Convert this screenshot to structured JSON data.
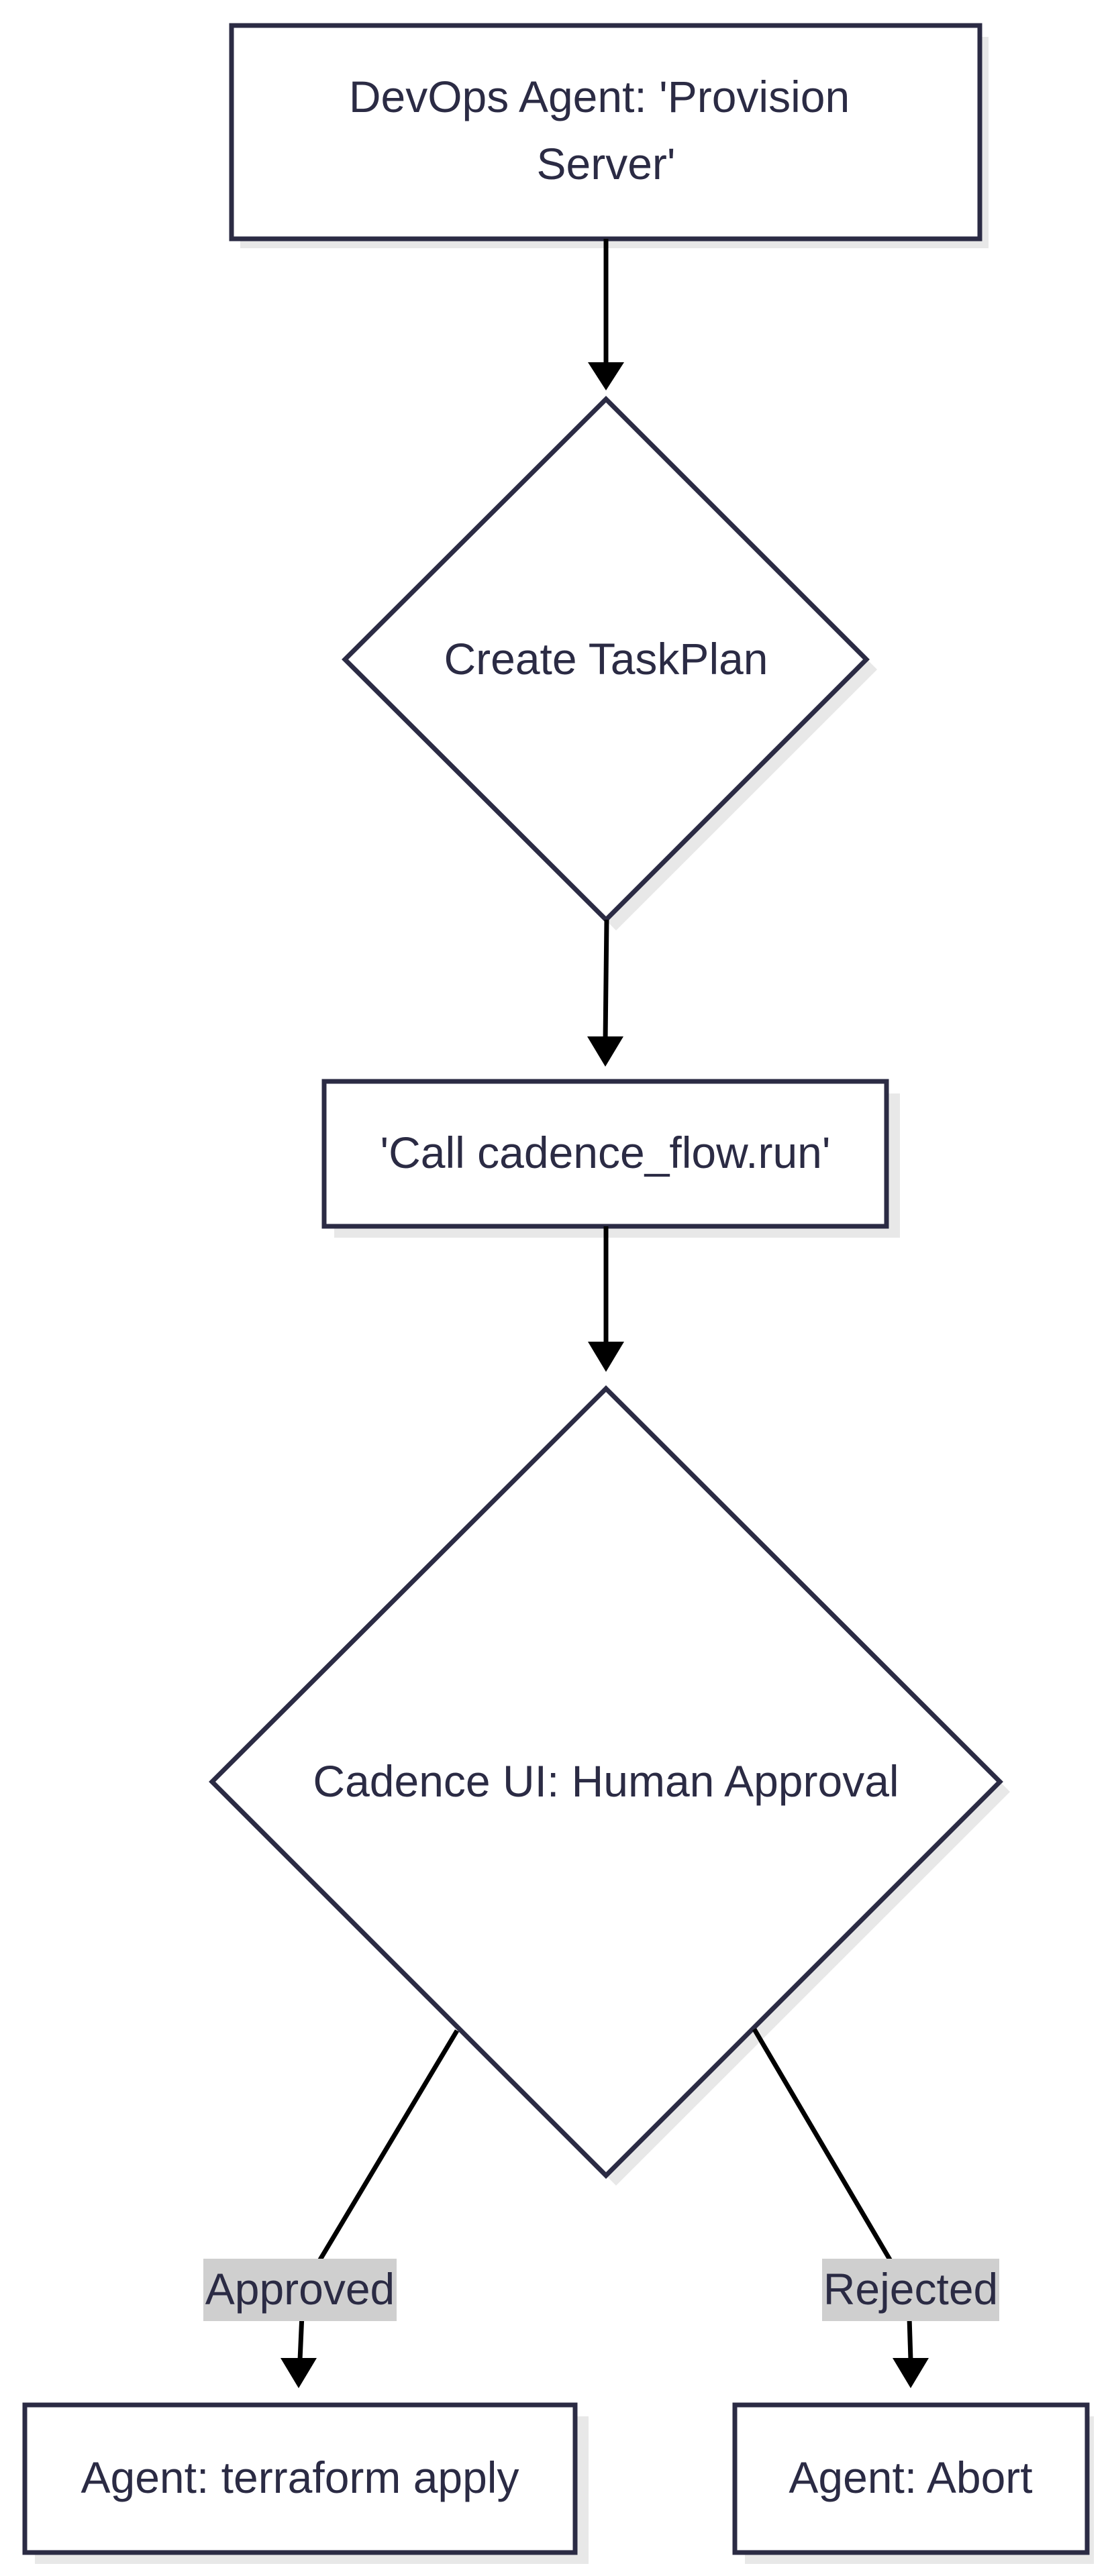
{
  "nodes": {
    "start": {
      "line1": "DevOps Agent: 'Provision",
      "line2": "Server'"
    },
    "plan": {
      "label": "Create TaskPlan"
    },
    "call": {
      "label": "'Call cadence_flow.run'"
    },
    "approval": {
      "label": "Cadence UI: Human Approval"
    },
    "apply": {
      "label": "Agent: terraform apply"
    },
    "abort": {
      "label": "Agent: Abort"
    }
  },
  "edges": {
    "approved": {
      "label": "Approved"
    },
    "rejected": {
      "label": "Rejected"
    }
  },
  "colors": {
    "stroke": "#2b2b44",
    "text": "#2b2b44",
    "shadow": "#e8e8e8",
    "edge_label_bg": "#cfcfcf",
    "arrow": "#000000"
  }
}
